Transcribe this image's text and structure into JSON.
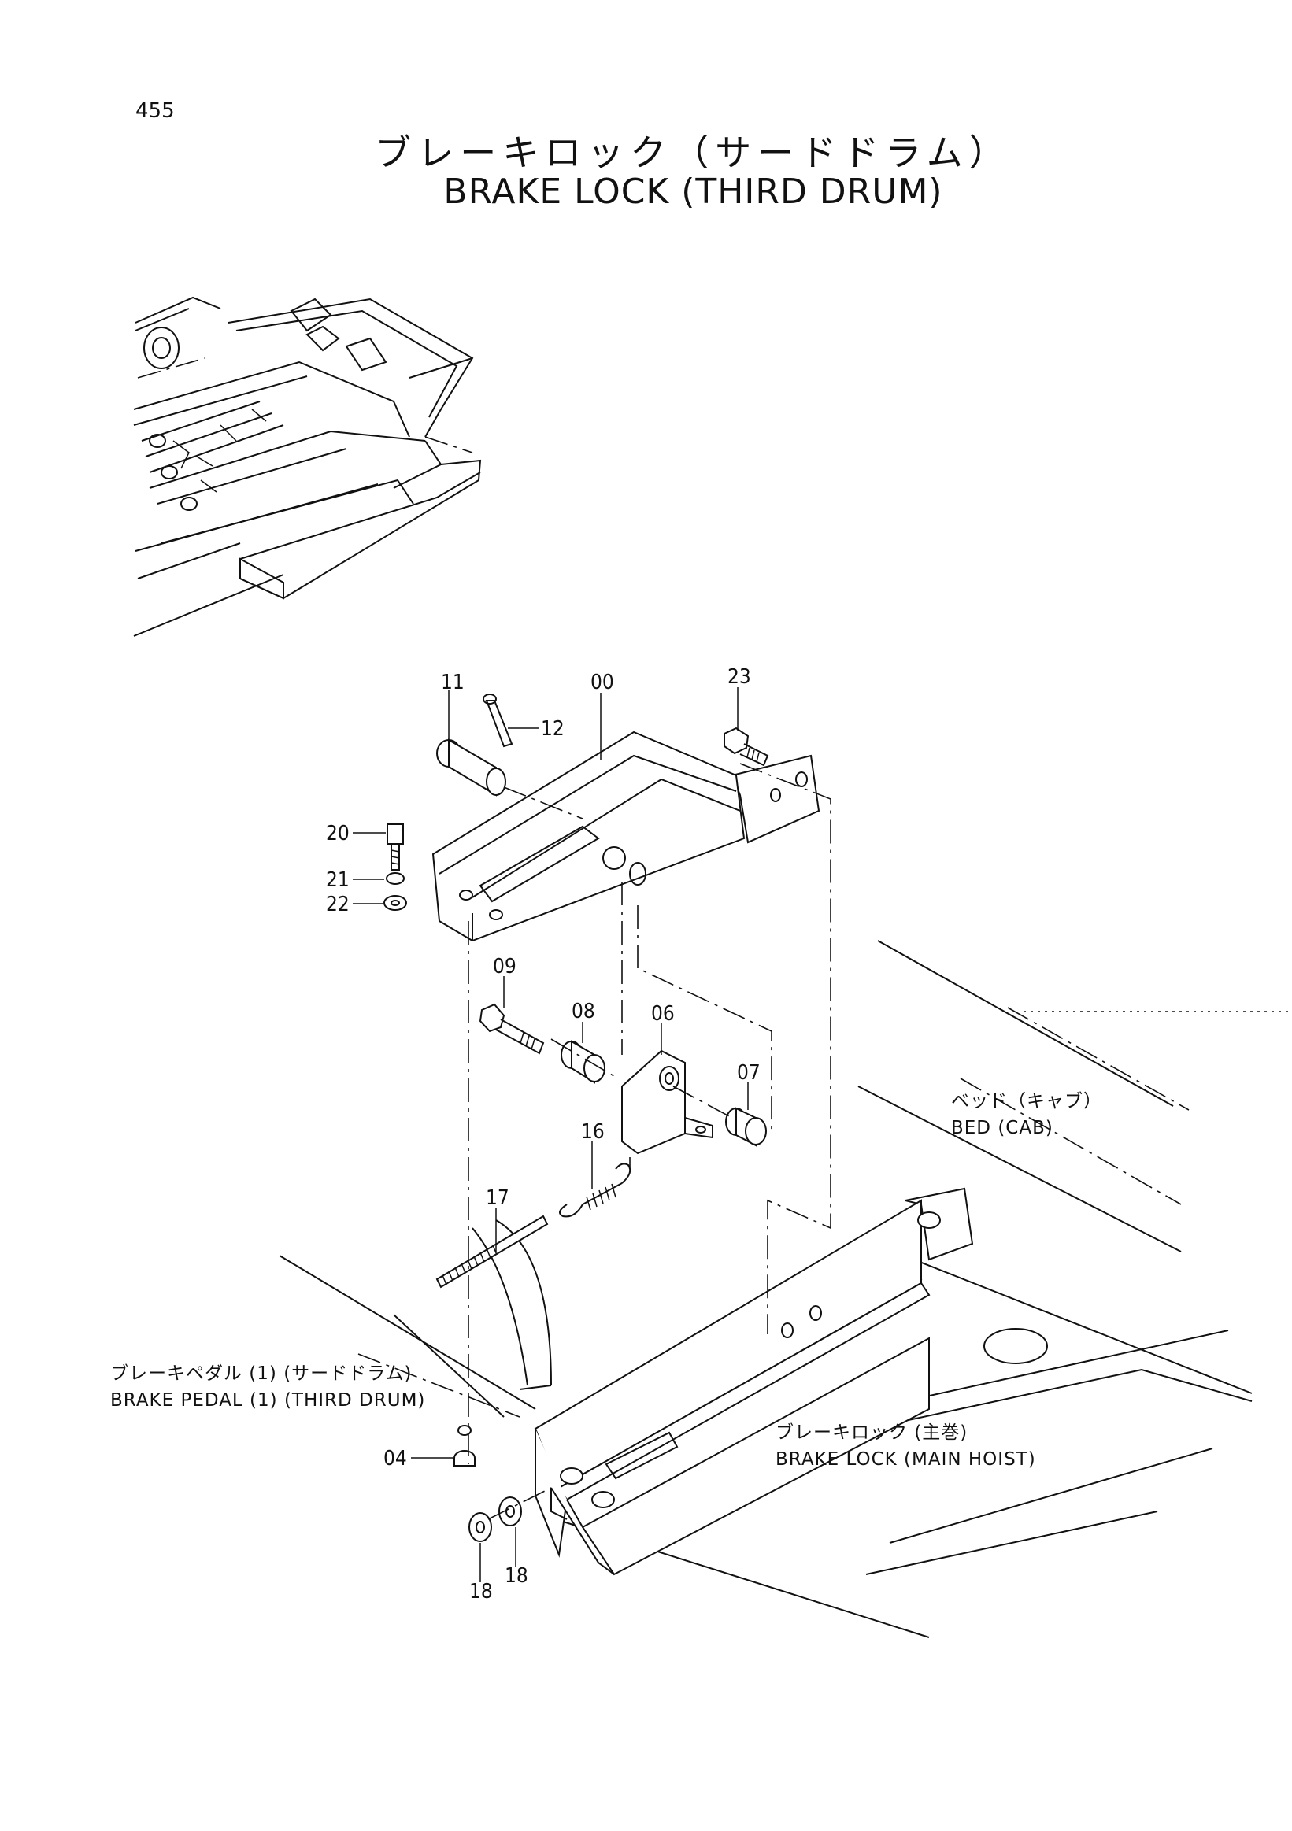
{
  "page_number": "455",
  "title_jp": "ブレーキロック（サードドラム）",
  "title_en": "BRAKE LOCK (THIRD DRUM)",
  "part_labels": {
    "p00": "00",
    "p04": "04",
    "p06": "06",
    "p07": "07",
    "p08": "08",
    "p09": "09",
    "p11": "11",
    "p12": "12",
    "p16": "16",
    "p17": "17",
    "p18a": "18",
    "p18b": "18",
    "p20": "20",
    "p21": "21",
    "p22": "22",
    "p23": "23"
  },
  "notes": {
    "bed_jp": "ベッド（キャブ）",
    "bed_en": "BED (CAB)",
    "pedal_jp": "ブレーキペダル (1) (サードドラム)",
    "pedal_en": "BRAKE PEDAL (1) (THIRD DRUM)",
    "main_jp": "ブレーキロック (主巻)",
    "main_en": "BRAKE LOCK (MAIN HOIST)"
  }
}
